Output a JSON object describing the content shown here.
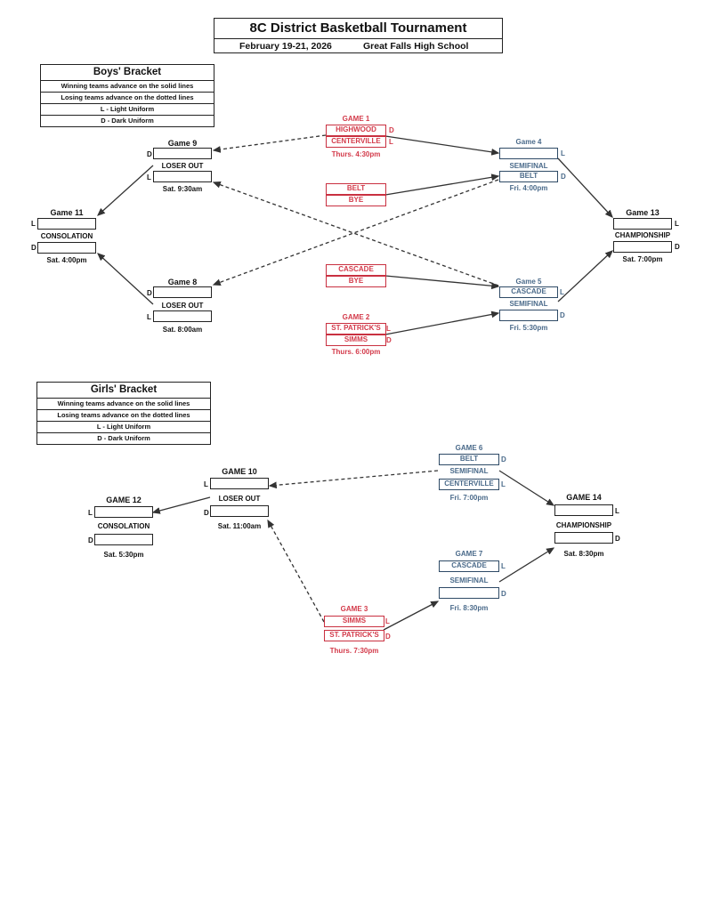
{
  "header": {
    "title": "8C District Basketball Tournament",
    "dates": "February 19-21, 2026",
    "venue": "Great Falls High School"
  },
  "boys": {
    "legend": {
      "title": "Boys' Bracket",
      "rows": [
        "Winning teams advance on the solid lines",
        "Losing teams advance on the dotted lines",
        "L - Light Uniform",
        "D - Dark Uniform"
      ]
    },
    "game1": {
      "label": "GAME 1",
      "team1": "HIGHWOOD",
      "team1_uniform": "D",
      "team2": "CENTERVILLE",
      "team2_uniform": "L",
      "time": "Thurs. 4:30pm"
    },
    "bye1": {
      "team1": "BELT",
      "team2": "BYE"
    },
    "bye2": {
      "team1": "CASCADE",
      "team2": "BYE"
    },
    "game2": {
      "label": "GAME 2",
      "team1": "ST. PATRICK'S",
      "team1_uniform": "L",
      "team2": "SIMMS",
      "team2_uniform": "D",
      "time": "Thurs. 6:00pm"
    },
    "game4": {
      "label": "Game 4",
      "top_uniform": "L",
      "round": "SEMIFINAL",
      "team2": "BELT",
      "bottom_uniform": "D",
      "time": "Fri. 4:00pm"
    },
    "game5": {
      "label": "Game 5",
      "team1": "CASCADE",
      "top_uniform": "L",
      "round": "SEMIFINAL",
      "bottom_uniform": "D",
      "time": "Fri. 5:30pm"
    },
    "game9": {
      "label": "Game 9",
      "top_uniform": "D",
      "round": "LOSER OUT",
      "bottom_uniform": "L",
      "time": "Sat. 9:30am"
    },
    "game8": {
      "label": "Game 8",
      "top_uniform": "D",
      "round": "LOSER OUT",
      "bottom_uniform": "L",
      "time": "Sat. 8:00am"
    },
    "game11": {
      "label": "Game 11",
      "top_uniform": "L",
      "round": "CONSOLATION",
      "bottom_uniform": "D",
      "time": "Sat. 4:00pm"
    },
    "game13": {
      "label": "Game 13",
      "top_uniform": "L",
      "round": "CHAMPIONSHIP",
      "bottom_uniform": "D",
      "time": "Sat. 7:00pm"
    }
  },
  "girls": {
    "legend": {
      "title": "Girls' Bracket",
      "rows": [
        "Winning teams advance on the solid lines",
        "Losing teams advance on the dotted lines",
        "L - Light Uniform",
        "D - Dark Uniform"
      ]
    },
    "game6": {
      "label": "GAME 6",
      "team1": "BELT",
      "top_uniform": "D",
      "round": "SEMIFINAL",
      "team2": "CENTERVILLE",
      "bottom_uniform": "L",
      "time": "Fri. 7:00pm"
    },
    "game7": {
      "label": "GAME 7",
      "team1": "CASCADE",
      "top_uniform": "L",
      "round": "SEMIFINAL",
      "bottom_uniform": "D",
      "time": "Fri. 8:30pm"
    },
    "game3": {
      "label": "GAME 3",
      "team1": "SIMMS",
      "team1_uniform": "L",
      "team2": "ST. PATRICK'S",
      "team2_uniform": "D",
      "time": "Thurs. 7:30pm"
    },
    "game10": {
      "label": "GAME 10",
      "top_uniform": "L",
      "round": "LOSER OUT",
      "bottom_uniform": "D",
      "time": "Sat. 11:00am"
    },
    "game12": {
      "label": "GAME 12",
      "top_uniform": "L",
      "round": "CONSOLATION",
      "bottom_uniform": "D",
      "time": "Sat. 5:30pm"
    },
    "game14": {
      "label": "GAME 14",
      "top_uniform": "L",
      "round": "CHAMPIONSHIP",
      "bottom_uniform": "D",
      "time": "Sat. 8:30pm"
    }
  },
  "colors": {
    "first_round": "#d33a4a",
    "semifinal": "#4a6a8a",
    "ink": "#111111"
  }
}
